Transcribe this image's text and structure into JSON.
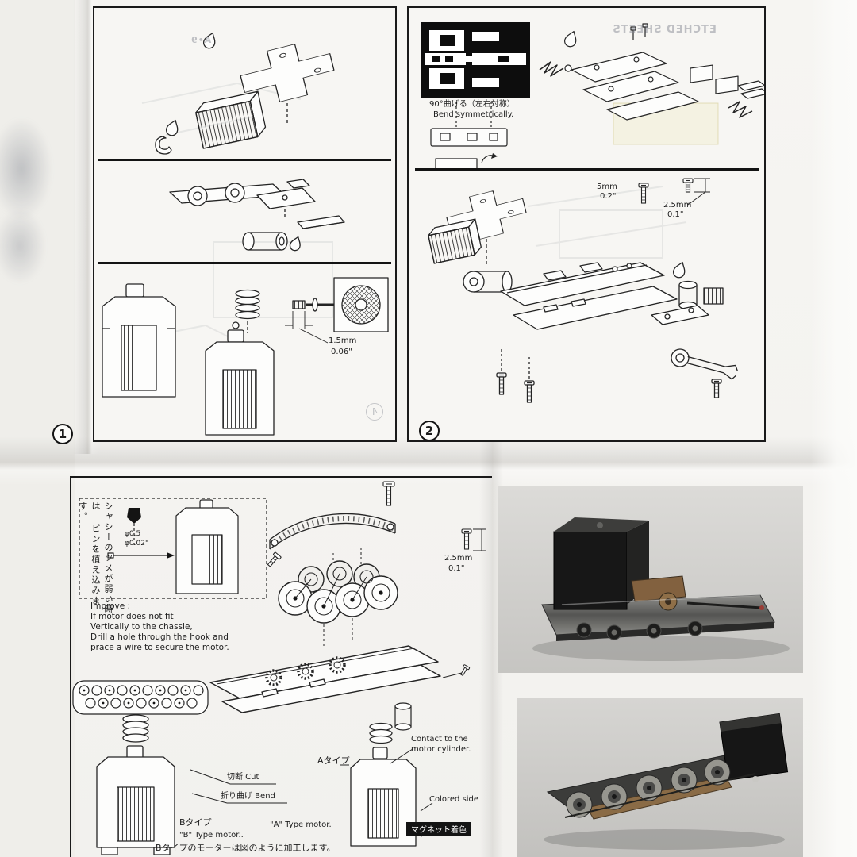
{
  "panel1": {
    "number": "1",
    "ghost_code": "A•9",
    "ghost_step_number": "4",
    "dim_mm": "1.5mm",
    "dim_inch": "0.06\""
  },
  "panel2": {
    "number": "2",
    "ghost_title": "ETCHED SHEETS",
    "bend_note_jp": "90°曲げる（左右対称）",
    "bend_note_en": "Bend symmetrically.",
    "screw_long_mm": "5mm",
    "screw_long_inch": "0.2\"",
    "screw_short_mm": "2.5mm",
    "screw_short_inch": "0.1\""
  },
  "panel3": {
    "jp_note_line1": "シャシーのツメが弱い時は",
    "jp_note_line2": "ピンを植え込みます。",
    "pin_dia_mm": "φ0.5",
    "pin_dia_inch": "φ0.02\"",
    "improve_lines": [
      "Improve :",
      "If motor does not fit",
      "Vertically to the chassie,",
      "Drill a hole through the hook and",
      "prace a wire to secure the motor."
    ],
    "screw_dim_mm": "2.5mm",
    "screw_dim_inch": "0.1\"",
    "cut_label": "切断 Cut",
    "bend_label": "折り曲げ Bend",
    "type_a_label": "Aタイプ",
    "type_b_label": "Bタイプ",
    "type_a_en": "\"A\" Type motor.",
    "type_b_en": "\"B\" Type motor..",
    "contact_line1": "Contact to the",
    "contact_line2": "motor cylinder.",
    "colored_side_label": "Colored side",
    "magnet_label": "マグネット着色",
    "footer_note": "Bタイプのモーターは図のように加工します。"
  }
}
